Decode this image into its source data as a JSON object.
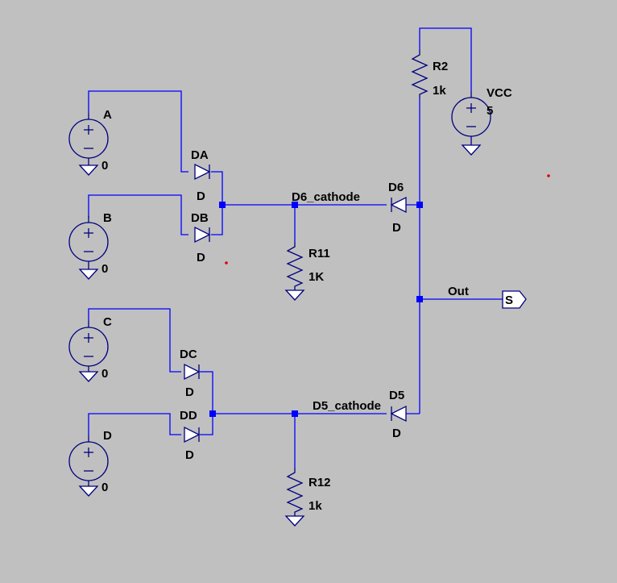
{
  "sources": [
    {
      "name": "A",
      "value": "0"
    },
    {
      "name": "B",
      "value": "0"
    },
    {
      "name": "C",
      "value": "0"
    },
    {
      "name": "D",
      "value": "0"
    },
    {
      "name": "VCC",
      "value": "5"
    }
  ],
  "diodes": [
    {
      "name": "DA",
      "model": "D"
    },
    {
      "name": "DB",
      "model": "D"
    },
    {
      "name": "DC",
      "model": "D"
    },
    {
      "name": "DD",
      "model": "D"
    },
    {
      "name": "D6",
      "model": "D"
    },
    {
      "name": "D5",
      "model": "D"
    }
  ],
  "resistors": [
    {
      "name": "R2",
      "value": "1k"
    },
    {
      "name": "R11",
      "value": "1K"
    },
    {
      "name": "R12",
      "value": "1k"
    }
  ],
  "nets": {
    "d6": "D6_cathode",
    "d5": "D5_cathode",
    "out": "Out"
  },
  "port": {
    "glyph": "S"
  }
}
